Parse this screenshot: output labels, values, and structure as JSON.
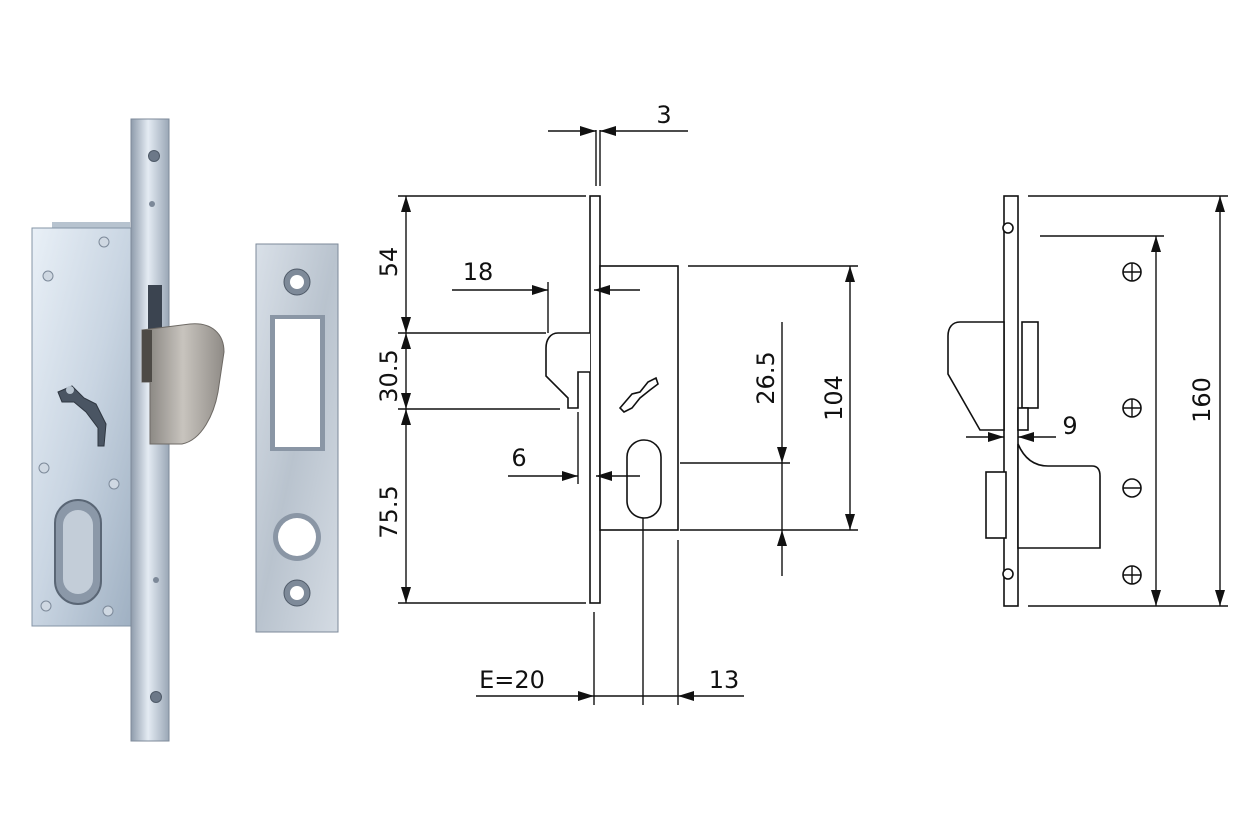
{
  "colors": {
    "background": "#ffffff",
    "line": "#111111",
    "metal_light": "#dfe8f2",
    "metal_mid": "#aab7c6",
    "metal_dark": "#6e7c8c",
    "bolt": "#9e9a94"
  },
  "dimensions": {
    "thickness": "3",
    "top_offset": "54",
    "bolt_reach": "18",
    "bolt_height": "30.5",
    "lower_offset": "75.5",
    "plate_gap": "6",
    "cylinder_spacing": "26.5",
    "body_height": "104",
    "backset": "E=20",
    "cylinder_offset": "13",
    "side_gap": "9",
    "total_height": "160"
  }
}
